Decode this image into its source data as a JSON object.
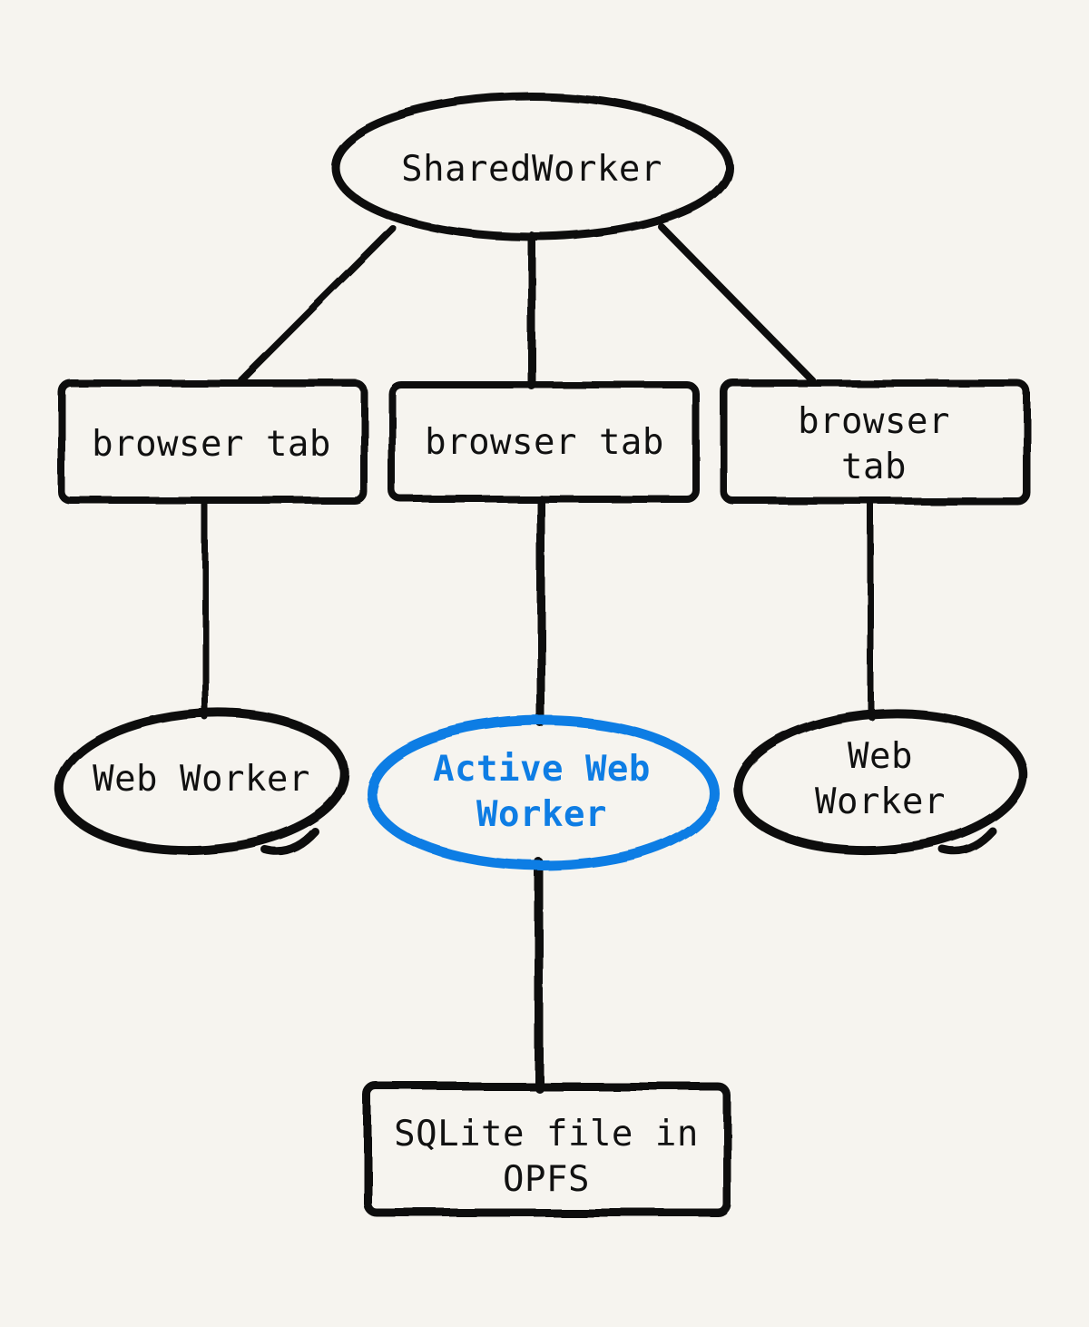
{
  "diagram": {
    "title": "SharedWorker / Web Worker / SQLite OPFS architecture",
    "colors": {
      "background": "#f6f4ef",
      "ink": "#111111",
      "accent": "#0e7de4"
    },
    "nodes": {
      "shared_worker": {
        "label": "SharedWorker",
        "shape": "ellipse",
        "color": "#111111"
      },
      "browser_tab_left": {
        "label": "browser tab",
        "shape": "rectangle",
        "color": "#111111"
      },
      "browser_tab_middle": {
        "label": "browser tab",
        "shape": "rectangle",
        "color": "#111111"
      },
      "browser_tab_right": {
        "label": "browser tab",
        "shape": "rectangle",
        "color": "#111111"
      },
      "web_worker_left": {
        "label": "Web Worker",
        "shape": "ellipse",
        "color": "#111111"
      },
      "active_web_worker": {
        "label": "Active Web\nWorker",
        "shape": "ellipse",
        "color": "#0e7de4"
      },
      "web_worker_right": {
        "label": "Web Worker",
        "shape": "ellipse",
        "color": "#111111"
      },
      "sqlite_file": {
        "label": "SQLite file in\nOPFS",
        "shape": "rectangle",
        "color": "#111111"
      }
    },
    "edges": [
      {
        "from": "shared_worker",
        "to": "browser_tab_left"
      },
      {
        "from": "shared_worker",
        "to": "browser_tab_middle"
      },
      {
        "from": "shared_worker",
        "to": "browser_tab_right"
      },
      {
        "from": "browser_tab_left",
        "to": "web_worker_left"
      },
      {
        "from": "browser_tab_middle",
        "to": "active_web_worker"
      },
      {
        "from": "browser_tab_right",
        "to": "web_worker_right"
      },
      {
        "from": "active_web_worker",
        "to": "sqlite_file"
      }
    ]
  }
}
